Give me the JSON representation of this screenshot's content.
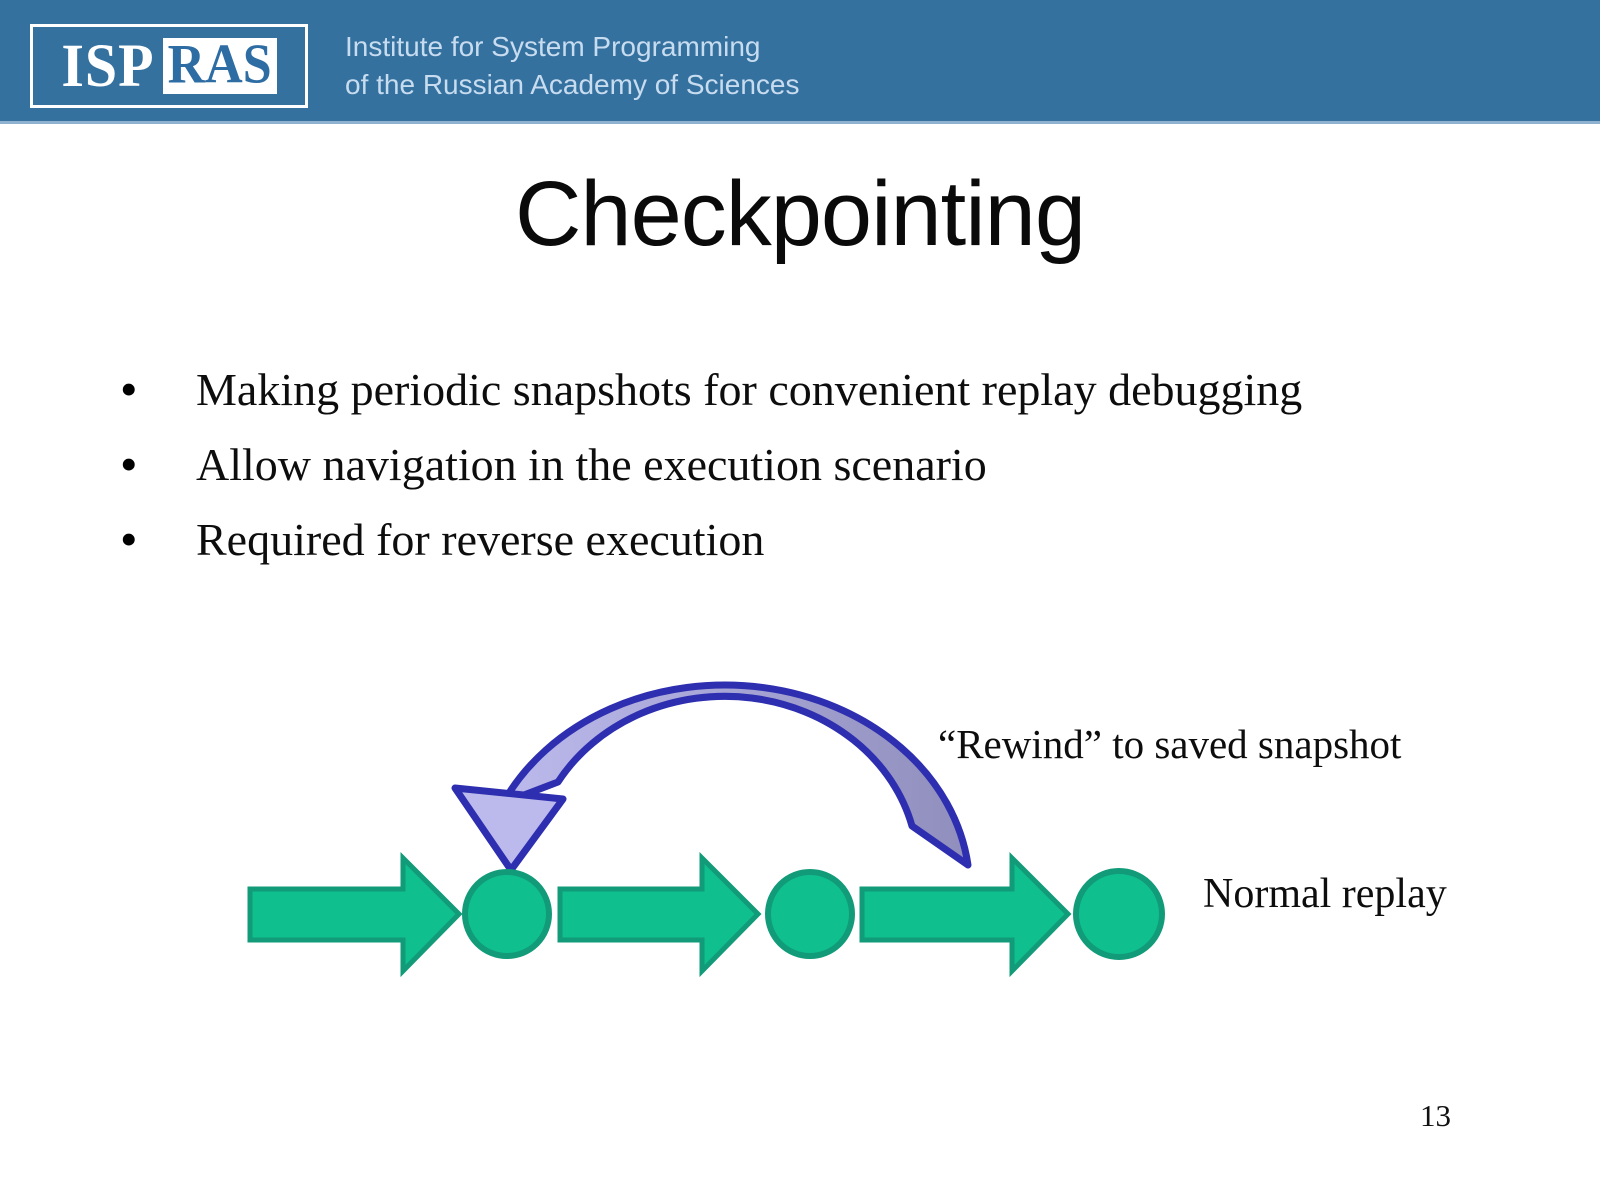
{
  "slide": {
    "header": {
      "logo_isp": "ISP",
      "logo_ras": "RAS",
      "institute_line1": "Institute for System Programming",
      "institute_line2": "of the Russian Academy of Sciences"
    },
    "title": "Checkpointing",
    "bullets": [
      "Making periodic snapshots for convenient replay debugging",
      "Allow navigation in the execution scenario",
      "Required for reverse execution"
    ],
    "diagram": {
      "rewind_label": "“Rewind” to saved snapshot",
      "normal_label": "Normal replay",
      "colors": {
        "header_blue": "#35719F",
        "header_text": "#C8DCF0",
        "timeline_green_fill": "#10BF8E",
        "timeline_green_stroke": "#119B78",
        "rewind_outline": "#2E2EB0",
        "rewind_fill_light": "#BCBAEC",
        "rewind_fill_dark": "#908EBC"
      }
    },
    "page_number": "13"
  }
}
